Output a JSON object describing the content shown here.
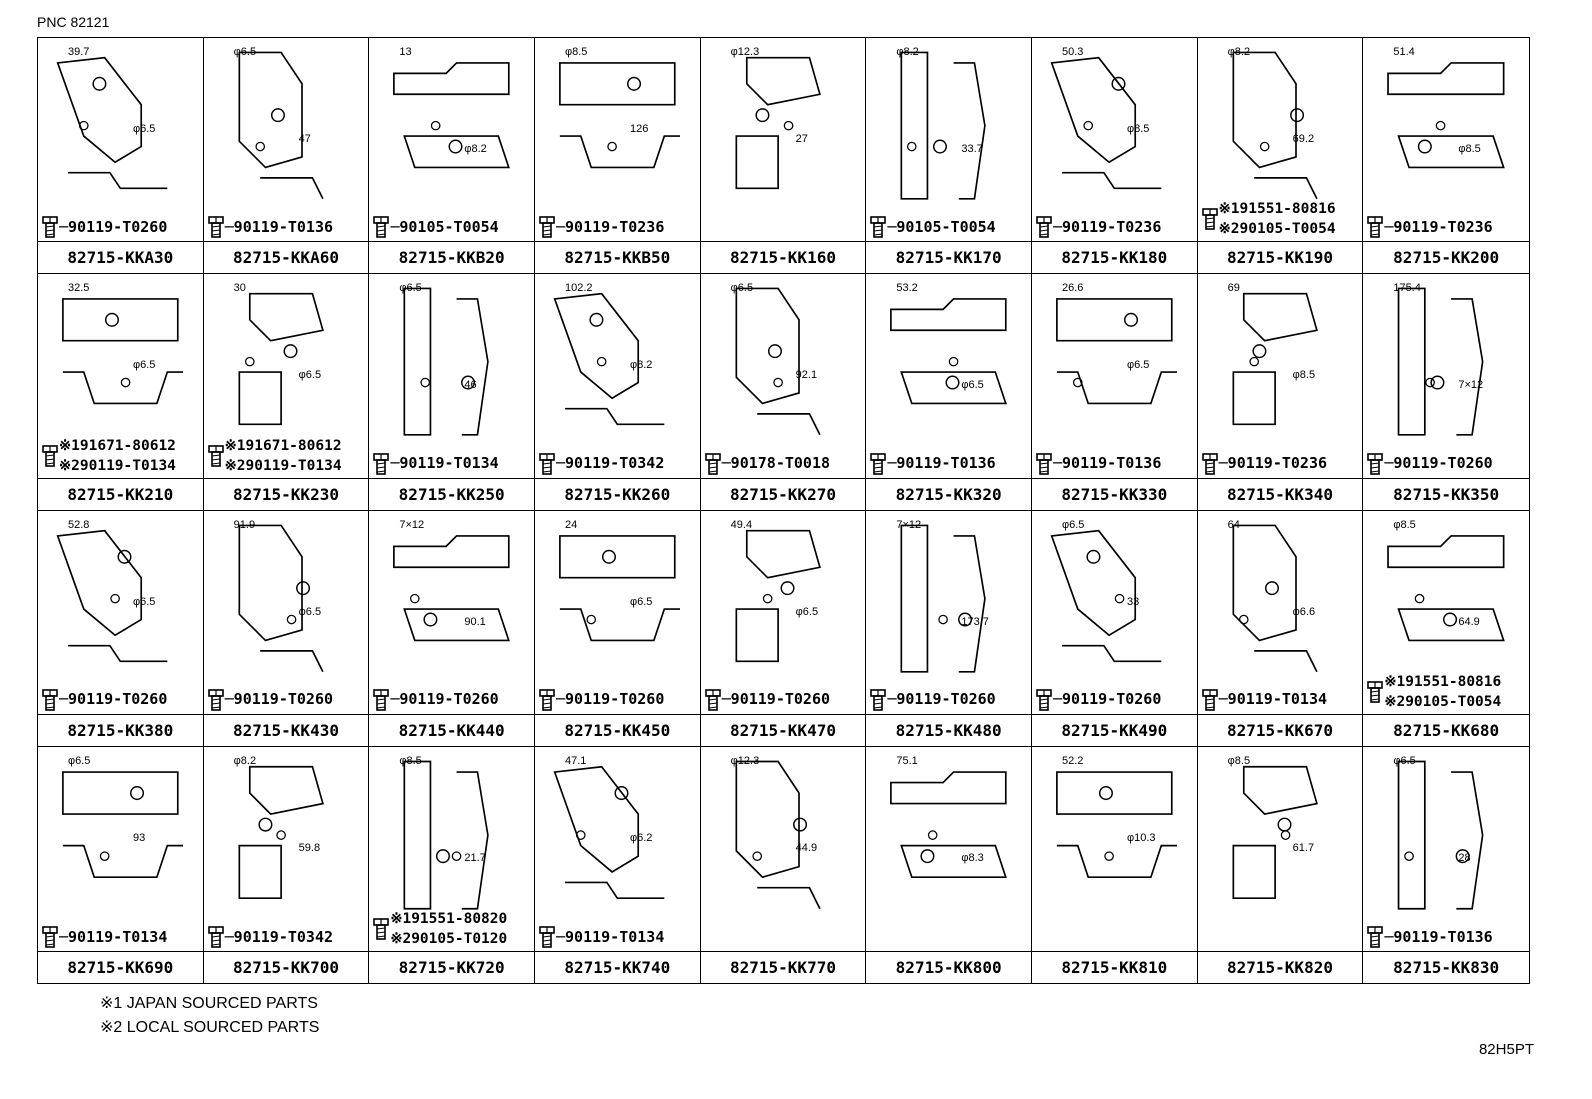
{
  "pnc": "PNC 82121",
  "cells": [
    {
      "part": "82715-KKA30",
      "bolt": [
        "90119-T0260"
      ],
      "dims": [
        "39.7",
        "φ6.5"
      ]
    },
    {
      "part": "82715-KKA60",
      "bolt": [
        "90119-T0136"
      ],
      "dims": [
        "φ6.5",
        "47"
      ]
    },
    {
      "part": "82715-KKB20",
      "bolt": [
        "90105-T0054"
      ],
      "dims": [
        "13",
        "φ8.2"
      ]
    },
    {
      "part": "82715-KKB50",
      "bolt": [
        "90119-T0236"
      ],
      "dims": [
        "φ8.5",
        "126"
      ]
    },
    {
      "part": "82715-KK160",
      "bolt": [],
      "dims": [
        "φ12.3",
        "27"
      ]
    },
    {
      "part": "82715-KK170",
      "bolt": [
        "90105-T0054"
      ],
      "dims": [
        "φ8.2",
        "33.7"
      ]
    },
    {
      "part": "82715-KK180",
      "bolt": [
        "90119-T0236"
      ],
      "dims": [
        "50.3",
        "φ8.5"
      ]
    },
    {
      "part": "82715-KK190",
      "bolt": [
        "※191551-80816",
        "※290105-T0054"
      ],
      "dims": [
        "φ8.2",
        "69.2"
      ]
    },
    {
      "part": "82715-KK200",
      "bolt": [
        "90119-T0236"
      ],
      "dims": [
        "51.4",
        "φ8.5"
      ]
    },
    {
      "part": "82715-KK210",
      "bolt": [
        "※191671-80612",
        "※290119-T0134"
      ],
      "dims": [
        "32.5",
        "φ6.5"
      ]
    },
    {
      "part": "82715-KK230",
      "bolt": [
        "※191671-80612",
        "※290119-T0134"
      ],
      "dims": [
        "30",
        "φ6.5"
      ]
    },
    {
      "part": "82715-KK250",
      "bolt": [
        "90119-T0134"
      ],
      "dims": [
        "φ6.5",
        "46"
      ]
    },
    {
      "part": "82715-KK260",
      "bolt": [
        "90119-T0342"
      ],
      "dims": [
        "102.2",
        "φ8.2"
      ]
    },
    {
      "part": "82715-KK270",
      "bolt": [
        "90178-T0018"
      ],
      "dims": [
        "φ6.5",
        "92.1"
      ]
    },
    {
      "part": "82715-KK320",
      "bolt": [
        "90119-T0136"
      ],
      "dims": [
        "53.2",
        "φ6.5"
      ]
    },
    {
      "part": "82715-KK330",
      "bolt": [
        "90119-T0136"
      ],
      "dims": [
        "26.6",
        "φ6.5"
      ]
    },
    {
      "part": "82715-KK340",
      "bolt": [
        "90119-T0236"
      ],
      "dims": [
        "69",
        "φ8.5"
      ]
    },
    {
      "part": "82715-KK350",
      "bolt": [
        "90119-T0260"
      ],
      "dims": [
        "175.4",
        "7×12"
      ]
    },
    {
      "part": "82715-KK380",
      "bolt": [
        "90119-T0260"
      ],
      "dims": [
        "52.8",
        "φ6.5"
      ]
    },
    {
      "part": "82715-KK430",
      "bolt": [
        "90119-T0260"
      ],
      "dims": [
        "91.9",
        "φ6.5"
      ]
    },
    {
      "part": "82715-KK440",
      "bolt": [
        "90119-T0260"
      ],
      "dims": [
        "7×12",
        "90.1"
      ]
    },
    {
      "part": "82715-KK450",
      "bolt": [
        "90119-T0260"
      ],
      "dims": [
        "24",
        "φ6.5"
      ]
    },
    {
      "part": "82715-KK470",
      "bolt": [
        "90119-T0260"
      ],
      "dims": [
        "49.4",
        "φ6.5"
      ]
    },
    {
      "part": "82715-KK480",
      "bolt": [
        "90119-T0260"
      ],
      "dims": [
        "7×12",
        "173.7"
      ]
    },
    {
      "part": "82715-KK490",
      "bolt": [
        "90119-T0260"
      ],
      "dims": [
        "φ6.5",
        "33"
      ]
    },
    {
      "part": "82715-KK670",
      "bolt": [
        "90119-T0134"
      ],
      "dims": [
        "64",
        "φ6.6"
      ]
    },
    {
      "part": "82715-KK680",
      "bolt": [
        "※191551-80816",
        "※290105-T0054"
      ],
      "dims": [
        "φ8.5",
        "64.9"
      ]
    },
    {
      "part": "82715-KK690",
      "bolt": [
        "90119-T0134"
      ],
      "dims": [
        "φ6.5",
        "93"
      ]
    },
    {
      "part": "82715-KK700",
      "bolt": [
        "90119-T0342"
      ],
      "dims": [
        "φ8.2",
        "59.8"
      ]
    },
    {
      "part": "82715-KK720",
      "bolt": [
        "※191551-80820",
        "※290105-T0120"
      ],
      "dims": [
        "φ8.5",
        "21.7"
      ]
    },
    {
      "part": "82715-KK740",
      "bolt": [
        "90119-T0134"
      ],
      "dims": [
        "47.1",
        "φ6.2"
      ]
    },
    {
      "part": "82715-KK770",
      "bolt": [],
      "dims": [
        "φ12.3",
        "44.9"
      ]
    },
    {
      "part": "82715-KK800",
      "bolt": [],
      "dims": [
        "75.1",
        "φ8.3"
      ]
    },
    {
      "part": "82715-KK810",
      "bolt": [],
      "dims": [
        "52.2",
        "φ10.3"
      ]
    },
    {
      "part": "82715-KK820",
      "bolt": [],
      "dims": [
        "φ8.5",
        "61.7"
      ]
    },
    {
      "part": "82715-KK830",
      "bolt": [
        "90119-T0136"
      ],
      "dims": [
        "φ6.5",
        "28"
      ]
    }
  ],
  "notes": [
    "※1 JAPAN SOURCED PARTS",
    "※2 LOCAL SOURCED PARTS"
  ],
  "ref": "82H5PT"
}
